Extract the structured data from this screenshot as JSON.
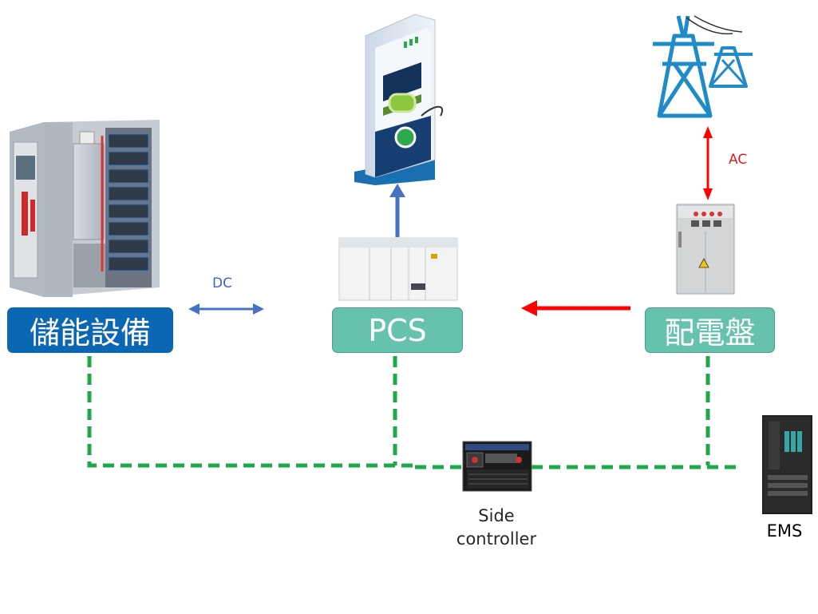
{
  "nodes": {
    "storage": {
      "label": "儲能設備",
      "color": "#0b67b3"
    },
    "pcs": {
      "label": "PCS",
      "color": "#66c2ad"
    },
    "panel": {
      "label": "配電盤",
      "color": "#66c2ad"
    }
  },
  "links": {
    "dc_label": "DC",
    "ac_label": "AC",
    "dc_color": "#4472c4",
    "ac_color": "#ff0000",
    "comm_color": "#1fa84a"
  },
  "devices": {
    "side_controller": {
      "caption_line1": "Side",
      "caption_line2": "controller"
    },
    "ems": {
      "caption": "EMS"
    }
  }
}
